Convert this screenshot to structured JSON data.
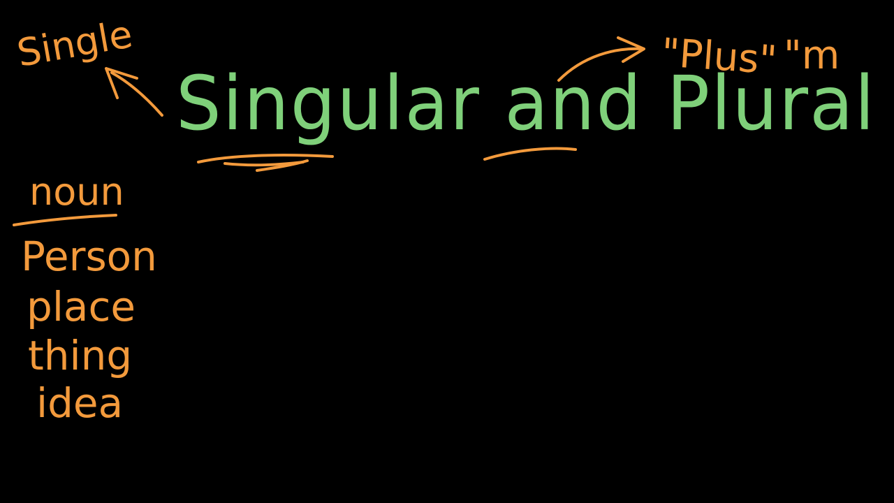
{
  "colors": {
    "background": "#000000",
    "green": "#7fd07a",
    "orange": "#f39a3c"
  },
  "title": "Singular and Plural Nouns",
  "annotations": {
    "single": "Single",
    "plus": "\"Plus\"",
    "more": "\"m"
  },
  "noun_list": {
    "header": "noun",
    "items": [
      "Person",
      "place",
      "thing",
      "idea"
    ]
  }
}
